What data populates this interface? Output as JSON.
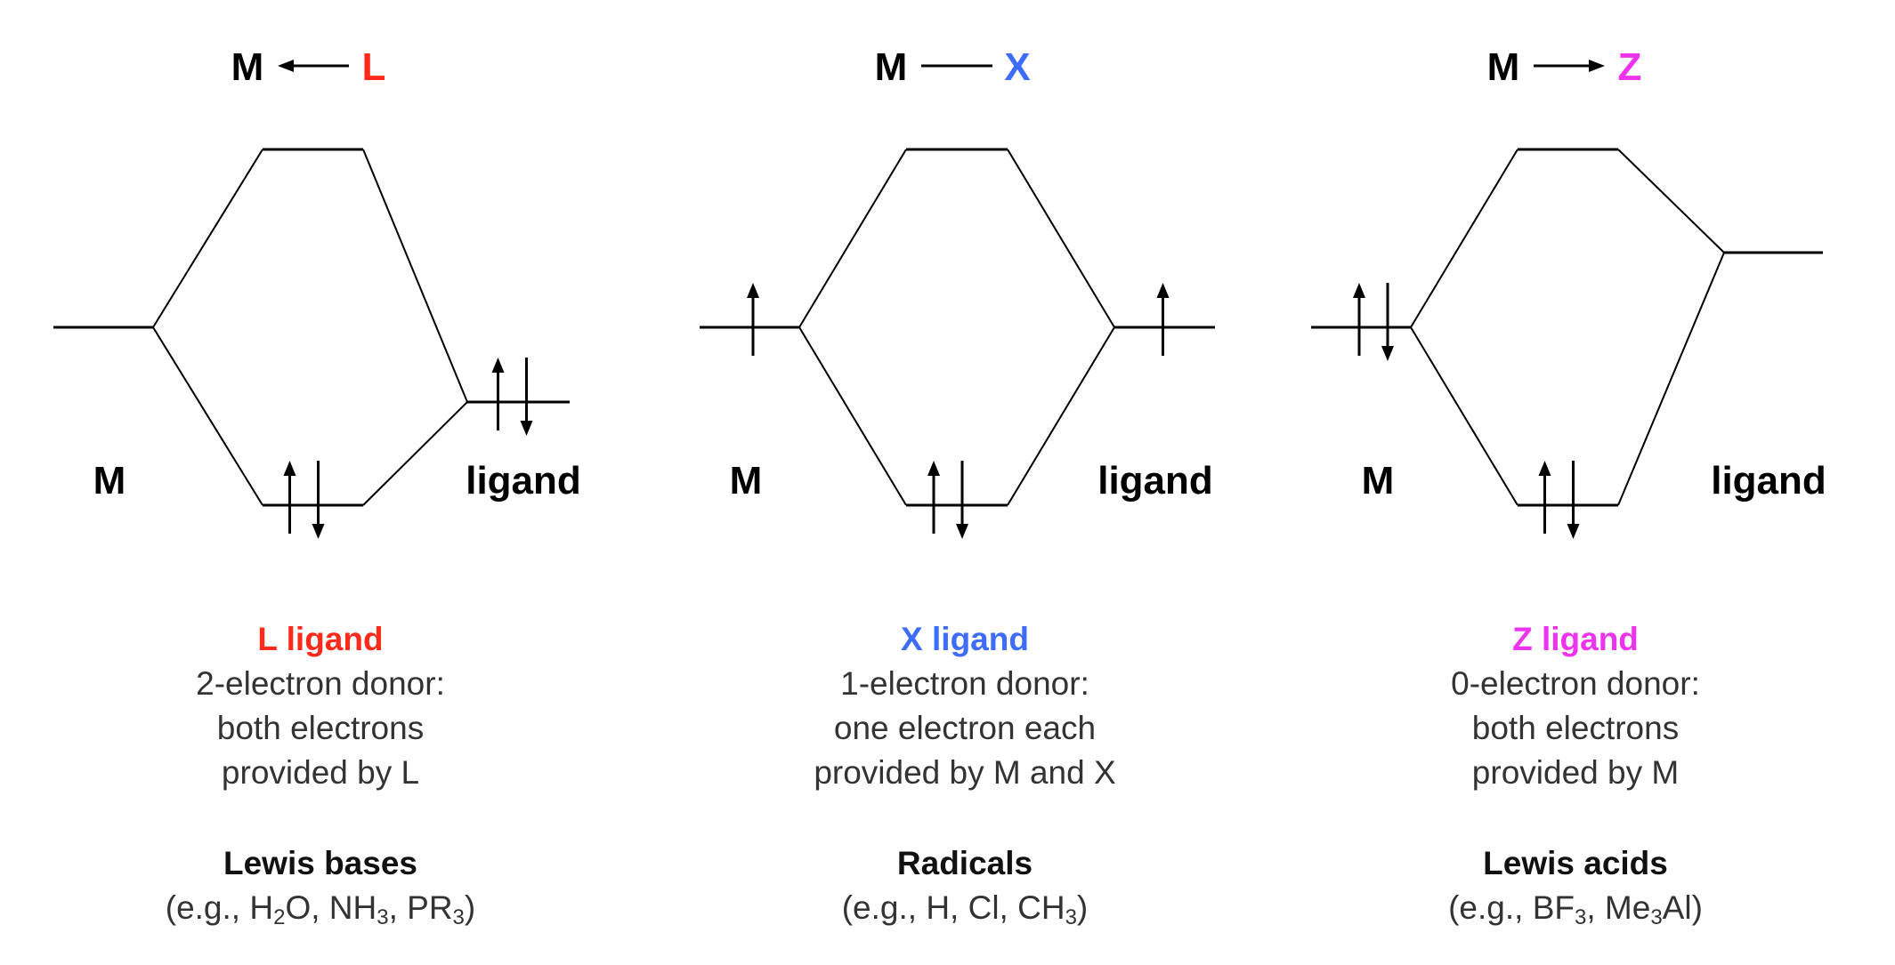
{
  "colors": {
    "L": "#ff2a1a",
    "X": "#3d6cff",
    "Z": "#ee33ee",
    "line": "#000000",
    "text": "#333333"
  },
  "panels": [
    {
      "id": "L",
      "header": {
        "metal": "M",
        "ligand": "L",
        "bond": "dative-from-ligand"
      },
      "metal_label": "M",
      "ligand_label": "ligand",
      "title": "L ligand",
      "desc": [
        "2-electron donor:",
        "both electrons",
        "provided by L"
      ],
      "class": "Lewis bases",
      "examples": [
        [
          {
            "t": "(e.g., H"
          },
          {
            "sub": "2"
          },
          {
            "t": "O, NH"
          },
          {
            "sub": "3"
          },
          {
            "t": ", PR"
          },
          {
            "sub": "3"
          },
          {
            "t": ")"
          }
        ]
      ],
      "electrons": {
        "metal": 0,
        "ligand": 2,
        "bonding": 2
      }
    },
    {
      "id": "X",
      "header": {
        "metal": "M",
        "ligand": "X",
        "bond": "covalent"
      },
      "metal_label": "M",
      "ligand_label": "ligand",
      "title": "X ligand",
      "desc": [
        "1-electron donor:",
        "one electron each",
        "provided by M and X"
      ],
      "class": "Radicals",
      "examples": [
        [
          {
            "t": "(e.g., H, Cl, CH"
          },
          {
            "sub": "3"
          },
          {
            "t": ")"
          }
        ]
      ],
      "electrons": {
        "metal": 1,
        "ligand": 1,
        "bonding": 2
      }
    },
    {
      "id": "Z",
      "header": {
        "metal": "M",
        "ligand": "Z",
        "bond": "dative-to-ligand"
      },
      "metal_label": "M",
      "ligand_label": "ligand",
      "title": "Z ligand",
      "desc": [
        "0-electron donor:",
        "both electrons",
        "provided by M"
      ],
      "class": "Lewis acids",
      "examples": [
        [
          {
            "t": "(e.g., BF"
          },
          {
            "sub": "3"
          },
          {
            "t": ", Me"
          },
          {
            "sub": "3"
          },
          {
            "t": "Al)"
          }
        ]
      ],
      "electrons": {
        "metal": 2,
        "ligand": 0,
        "bonding": 2
      }
    }
  ]
}
